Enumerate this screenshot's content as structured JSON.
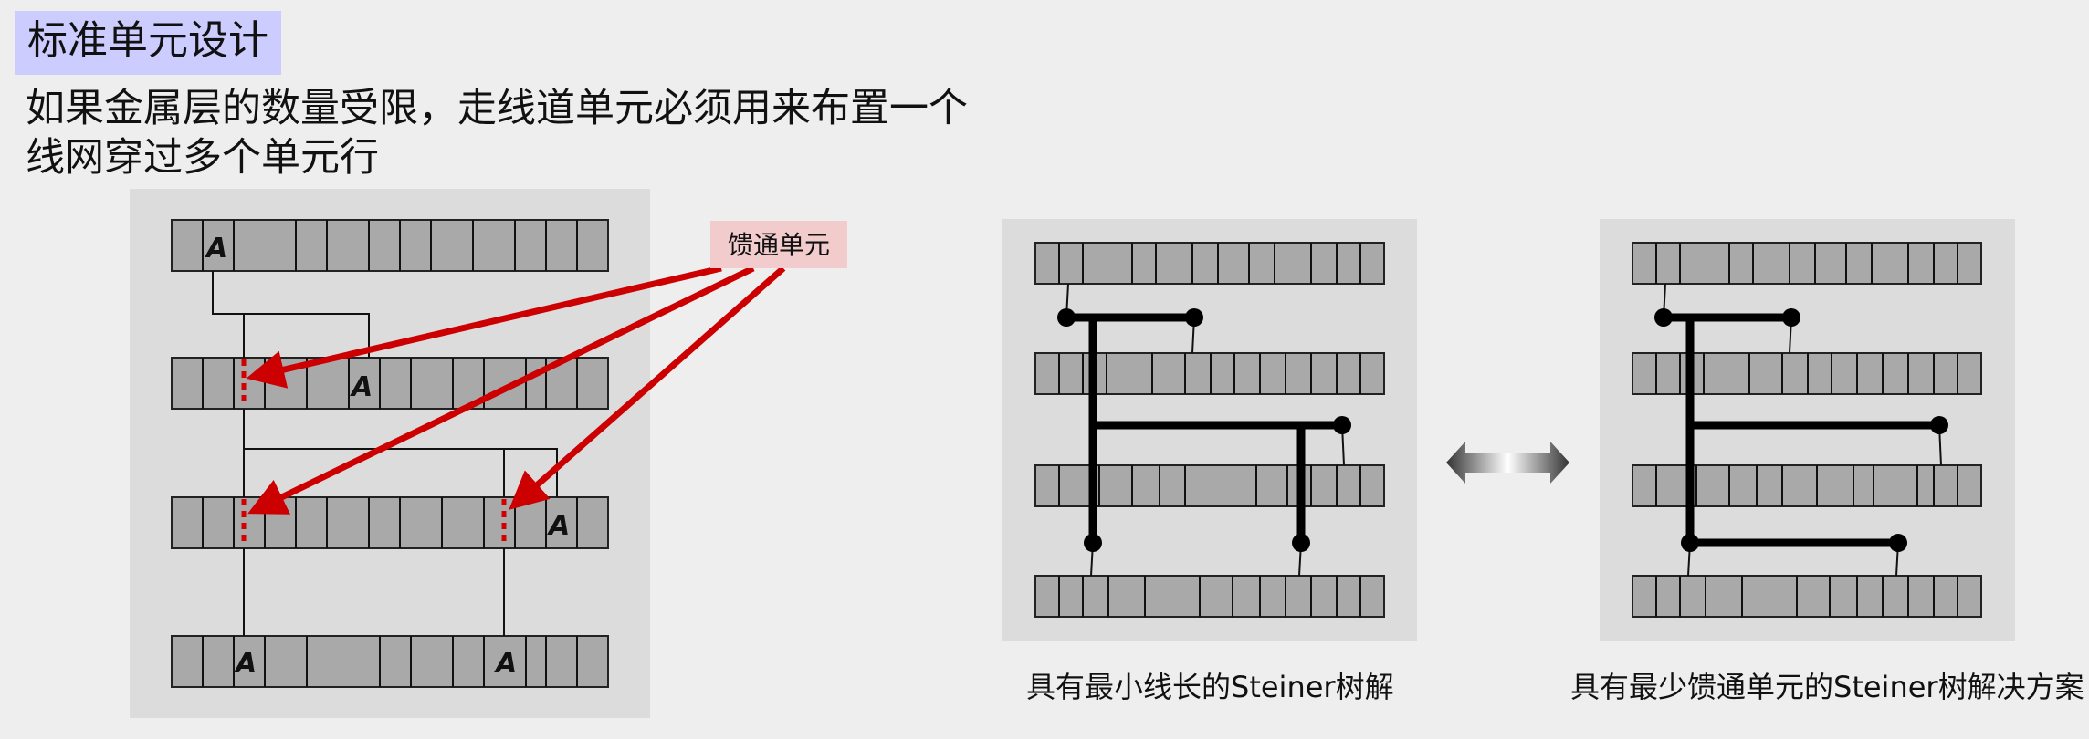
{
  "title": "标准单元设计",
  "subtitle": "如果金属层的数量受限，走线道单元必须用来布置一个线网穿过多个单元行",
  "diagram": {
    "feedthrough_label": "馈通单元",
    "cell_label": "A",
    "caption_left": "具有最小线长的Steiner树解",
    "caption_right": "具有最少馈通单元的Steiner树解决方案",
    "colors": {
      "background": "#eeeeee",
      "panel": "#dcdcdc",
      "cell": "#a9a9a9",
      "highlight": "#ccccff",
      "feedthrough": "#cc0000",
      "tag": "#f2cccc"
    }
  }
}
